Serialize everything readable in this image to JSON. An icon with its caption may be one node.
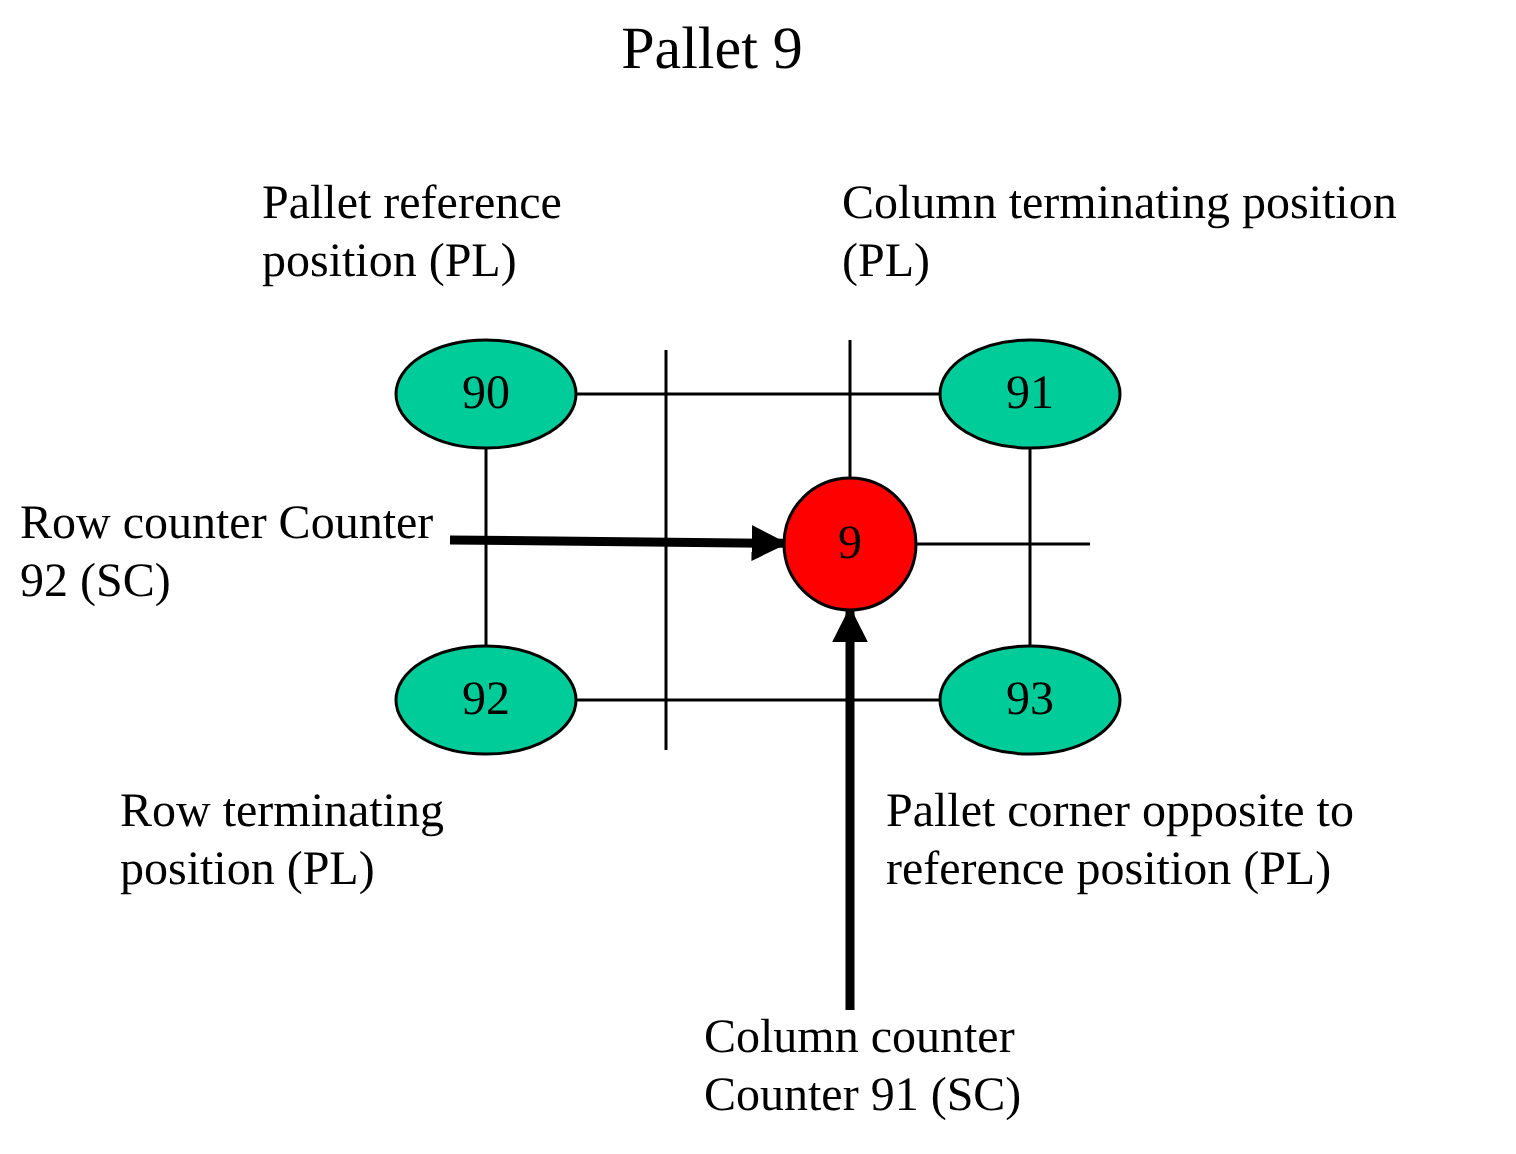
{
  "diagram": {
    "title": "Pallet 9",
    "nodes": [
      {
        "text": [
          "90"
        ],
        "beside": [
          "Pallet reference position (PL)"
        ]
      },
      {
        "text": [
          "91"
        ],
        "beside": [
          "Column terminating position (PL)"
        ]
      },
      {
        "text": [
          "9"
        ]
      },
      {
        "text": [
          "Row counter Counter 92 (SC)"
        ]
      },
      {
        "text": [
          "92"
        ],
        "beside": [
          "Row terminating position (PL)"
        ]
      },
      {
        "text": [
          "93"
        ],
        "beside": [
          "Pallet corner opposite to reference position (PL)"
        ]
      },
      {
        "text": [
          "Column counter Counter 91 (SC)"
        ]
      }
    ],
    "edges": [
      {
        "from": 0,
        "to": 1,
        "arrow": "none"
      },
      {
        "from": 0,
        "to": 4,
        "arrow": "none"
      },
      {
        "from": 1,
        "to": 5,
        "arrow": "none"
      },
      {
        "from": 4,
        "to": 5,
        "arrow": "none"
      },
      {
        "from": 3,
        "to": 2,
        "arrow": "to",
        "style": "thick"
      },
      {
        "from": 6,
        "to": 2,
        "arrow": "to",
        "style": "thick"
      }
    ]
  }
}
